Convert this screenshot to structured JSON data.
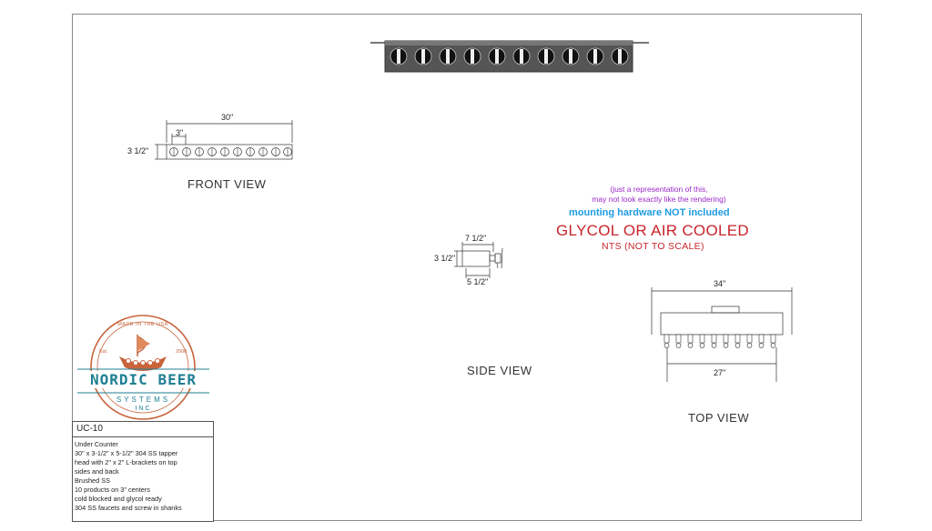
{
  "drawing": {
    "front_view_label": "FRONT VIEW",
    "side_view_label": "SIDE VIEW",
    "top_view_label": "TOP VIEW",
    "dims": {
      "front_width": "30\"",
      "front_spacing": "3\"",
      "front_height": "3 1/2\"",
      "side_top": "7 1/2\"",
      "side_height": "3 1/2\"",
      "side_bottom": "5 1/2\"",
      "top_width": "34\"",
      "top_inner": "27\""
    }
  },
  "notes": {
    "line1": "(just a representation of this,",
    "line2": "may not look exactly like the rendering)",
    "hardware": "mounting hardware NOT included",
    "cooling": "GLYCOL OR AIR COOLED",
    "scale": "NTS (NOT TO SCALE)"
  },
  "logo": {
    "made_in": "MADE IN THE USA",
    "est": "Est.",
    "year": "2000",
    "name": "NORDIC BEER",
    "systems": "SYSTEMS",
    "inc": "INC"
  },
  "title_block": {
    "code": "UC-10",
    "lines": [
      "Under Counter",
      "30\" x 3-1/2\" x 5-1/2\" 304 SS tapper",
      "head with 2\" x 2\" L-brackets on top",
      "sides and back",
      "Brushed SS",
      "10 products on 3\" centers",
      "cold blocked and glycol ready",
      "304 SS faucets and screw in shanks"
    ]
  },
  "colors": {
    "purple_note": "#9b27c9",
    "blue_note": "#1e9be0",
    "red_note": "#c8242b",
    "logo_orange": "#c8643c",
    "logo_teal": "#1f7f93"
  }
}
